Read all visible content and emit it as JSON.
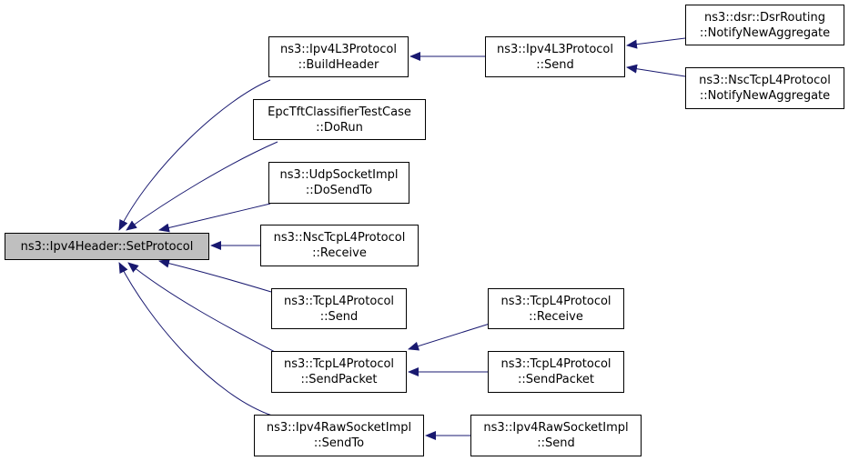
{
  "colors": {
    "edge": "#191970",
    "root_fill": "#bfbfbf",
    "node_fill": "#ffffff",
    "border": "#000000"
  },
  "nodes": {
    "root": {
      "lines": [
        "ns3::Ipv4Header::SetProtocol"
      ]
    },
    "ipv4l3_buildheader": {
      "lines": [
        "ns3::Ipv4L3Protocol",
        "::BuildHeader"
      ]
    },
    "ipv4l3_send": {
      "lines": [
        "ns3::Ipv4L3Protocol",
        "::Send"
      ]
    },
    "dsr_notify": {
      "lines": [
        "ns3::dsr::DsrRouting",
        "::NotifyNewAggregate"
      ]
    },
    "nsctcp_notify": {
      "lines": [
        "ns3::NscTcpL4Protocol",
        "::NotifyNewAggregate"
      ]
    },
    "epc_dorun": {
      "lines": [
        "EpcTftClassifierTestCase",
        "::DoRun"
      ]
    },
    "udp_dosendto": {
      "lines": [
        "ns3::UdpSocketImpl",
        "::DoSendTo"
      ]
    },
    "nsctcp_receive": {
      "lines": [
        "ns3::NscTcpL4Protocol",
        "::Receive"
      ]
    },
    "tcp_send": {
      "lines": [
        "ns3::TcpL4Protocol",
        "::Send"
      ]
    },
    "tcp_sendpacket": {
      "lines": [
        "ns3::TcpL4Protocol",
        "::SendPacket"
      ]
    },
    "tcp_receive": {
      "lines": [
        "ns3::TcpL4Protocol",
        "::Receive"
      ]
    },
    "tcp_sendpacket2": {
      "lines": [
        "ns3::TcpL4Protocol",
        "::SendPacket"
      ]
    },
    "raw_sendto": {
      "lines": [
        "ns3::Ipv4RawSocketImpl",
        "::SendTo"
      ]
    },
    "raw_send": {
      "lines": [
        "ns3::Ipv4RawSocketImpl",
        "::Send"
      ]
    }
  },
  "edges": [
    {
      "from": "ipv4l3_buildheader",
      "to": "root"
    },
    {
      "from": "epc_dorun",
      "to": "root"
    },
    {
      "from": "udp_dosendto",
      "to": "root"
    },
    {
      "from": "nsctcp_receive",
      "to": "root"
    },
    {
      "from": "tcp_send",
      "to": "root"
    },
    {
      "from": "tcp_sendpacket",
      "to": "root"
    },
    {
      "from": "raw_sendto",
      "to": "root"
    },
    {
      "from": "ipv4l3_send",
      "to": "ipv4l3_buildheader"
    },
    {
      "from": "dsr_notify",
      "to": "ipv4l3_send"
    },
    {
      "from": "nsctcp_notify",
      "to": "ipv4l3_send"
    },
    {
      "from": "tcp_receive",
      "to": "tcp_sendpacket"
    },
    {
      "from": "tcp_sendpacket2",
      "to": "tcp_sendpacket"
    },
    {
      "from": "raw_send",
      "to": "raw_sendto"
    }
  ]
}
